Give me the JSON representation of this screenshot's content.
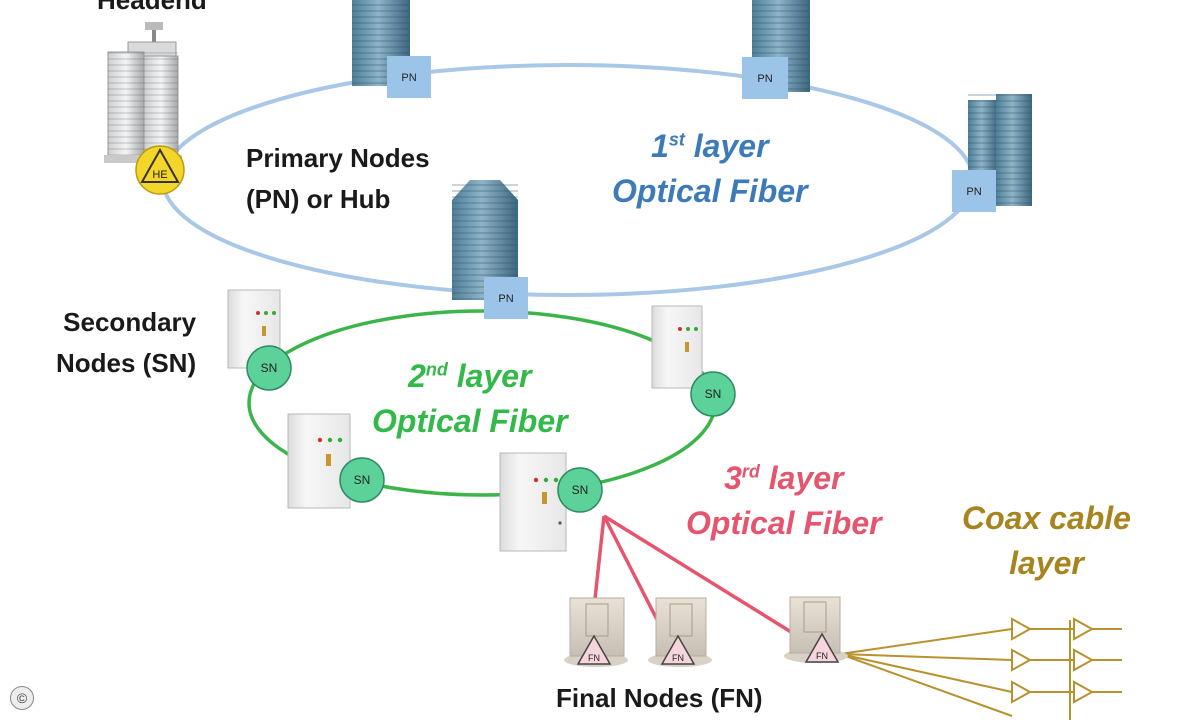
{
  "labels": {
    "headend": "Headend",
    "primary": {
      "line1": "Primary Nodes",
      "line2": "(PN) or Hub"
    },
    "secondary": {
      "line1": "Secondary",
      "line2": "Nodes (SN)"
    },
    "final": "Final Nodes (FN)"
  },
  "layers": {
    "first": {
      "num": "1",
      "suffix": "st",
      "word": " layer",
      "line2": "Optical Fiber",
      "color": "#3d7ab8"
    },
    "second": {
      "num": "2",
      "suffix": "nd",
      "word": " layer",
      "line2": "Optical Fiber",
      "color": "#33b84a"
    },
    "third": {
      "num": "3",
      "suffix": "rd",
      "word": " layer",
      "line2": "Optical Fiber",
      "color": "#e5556e"
    },
    "coax": {
      "line1": "Coax cable",
      "line2": "layer",
      "color": "#a8841e"
    }
  },
  "badges": {
    "headend": "HE",
    "primary": "PN",
    "secondary": "SN",
    "final": "FN"
  },
  "icons": {
    "copyright": "©"
  },
  "colors": {
    "ring1": "#a9c7e6",
    "ring2": "#3bb54a",
    "fiber3": "#e5556e",
    "coax": "#b8922e",
    "pn_badge": "#9cc4e8",
    "sn_badge": "#5cd19a",
    "he_badge": "#f3d629",
    "building": "#6f98b2"
  }
}
